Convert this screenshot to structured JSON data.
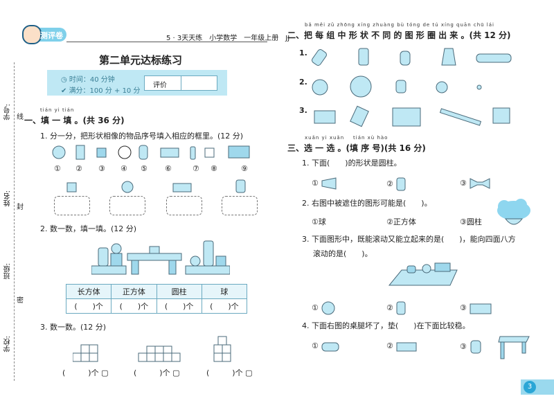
{
  "header": {
    "badge": "测评卷",
    "series": "5 · 3天天练　小学数学　一年级上册　JJ",
    "title": "第二单元达标练习",
    "time": "时间：40 分钟",
    "score": "满分：100 分 + 10 分",
    "evaluation": "评价"
  },
  "margin_labels": {
    "xuehao": "学号:",
    "xian": "线",
    "xingming": "姓名:",
    "feng": "封",
    "banji": "班级:",
    "mi": "密",
    "xuexiao": "学校:"
  },
  "section1": {
    "pinyin": "tián yi tián",
    "title": "一、填 一 填 。(共 36 分)",
    "q1": {
      "text": "1. 分一分，把形状相像的物品序号填入相应的框里。(12 分)",
      "numbers": [
        "①",
        "②",
        "③",
        "④",
        "⑤",
        "⑥",
        "⑦",
        "⑧",
        "⑨"
      ]
    },
    "q2": {
      "text": "2. 数一数，填一填。(12 分)",
      "headers": [
        "长方体",
        "正方体",
        "圆柱",
        "球"
      ],
      "cells": [
        "(　　)个",
        "(　　)个",
        "(　　)个",
        "(　　)个"
      ]
    },
    "q3": {
      "text": "3. 数一数。(12 分)",
      "answers": [
        "(　　　)个",
        "(　　　)个",
        "(　　　)个"
      ]
    }
  },
  "section2": {
    "pinyin": "bǎ měi zǔ zhōng xíng zhuàng bù tóng de tú xíng quān chū lái",
    "title": "二、把 每 组 中 形 状 不 同 的 图 形 圈 出 来 。(共 12 分)",
    "rows": [
      "1.",
      "2.",
      "3."
    ]
  },
  "section3": {
    "pinyin_a": "xuǎn yi xuǎn",
    "pinyin_b": "tián xù hào",
    "title": "三、选 一 选 。(填 序 号)(共 16 分)",
    "q1": {
      "text": "1. 下面(　　)的形状是圆柱。",
      "options": [
        "①",
        "②",
        "③"
      ]
    },
    "q2": {
      "text": "2. 右图中被遮住的图形可能是(　　)。",
      "options": [
        "①球",
        "②正方体",
        "③圆柱"
      ]
    },
    "q3": {
      "text1": "3. 下面图形中，既能滚动又能立起来的是(　　)，能向四面八方",
      "text2": "滚动的是(　　)。",
      "options": [
        "①",
        "②",
        "③"
      ]
    },
    "q4": {
      "text": "4. 下面右图的桌腿坏了，垫(　　)在下面比较稳。",
      "options": [
        "①",
        "②",
        "③"
      ]
    }
  },
  "page_number": "3"
}
